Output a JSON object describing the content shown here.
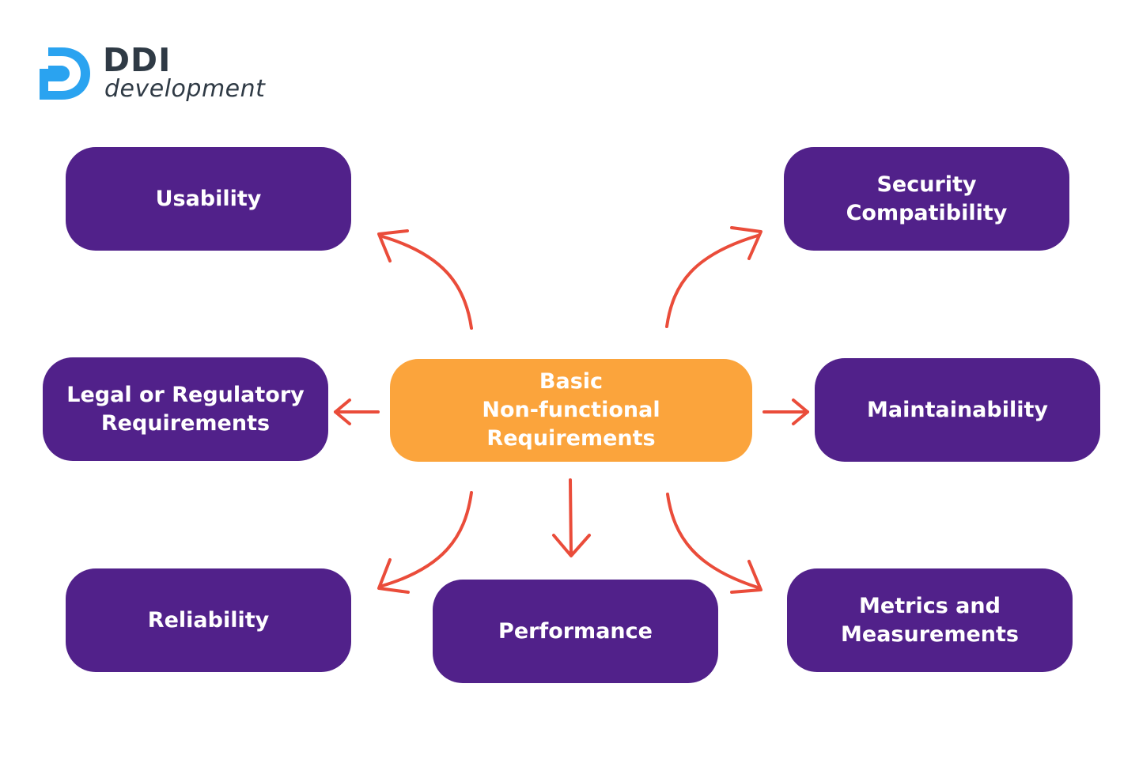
{
  "logo": {
    "brand": "DDI",
    "subtitle": "development"
  },
  "colors": {
    "node_fill": "#51218a",
    "center_fill": "#fba43c",
    "arrow": "#ea4c3a",
    "logo_accent": "#2aa3f0",
    "logo_text": "#2f3a45"
  },
  "center": {
    "label": "Basic\nNon-functional Requirements"
  },
  "nodes": {
    "usability": "Usability",
    "security": "Security\nCompatibility",
    "legal": "Legal or Regulatory\nRequirements",
    "maintainability": "Maintainability",
    "reliability": "Reliability",
    "performance": "Performance",
    "metrics": "Metrics and\nMeasurements"
  }
}
